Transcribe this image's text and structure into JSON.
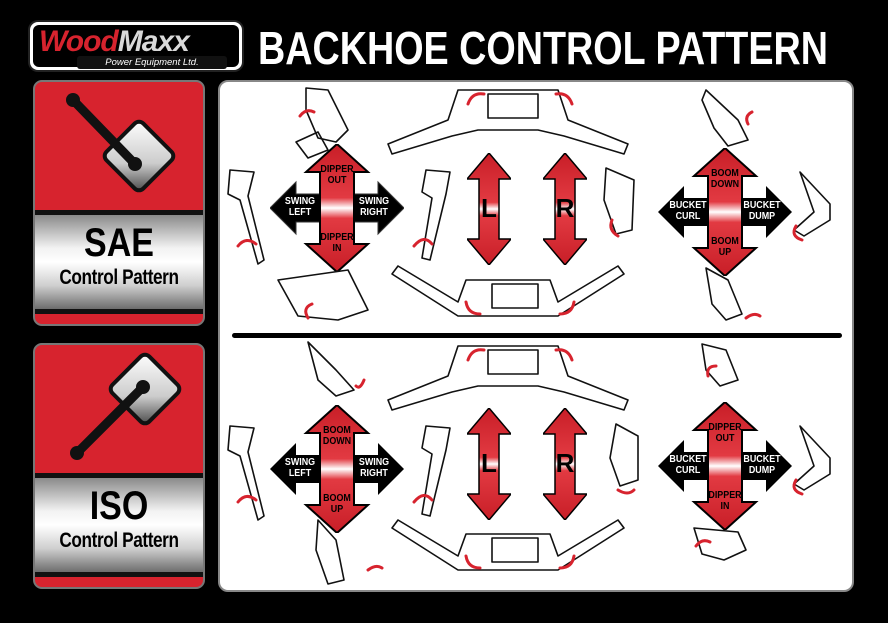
{
  "header": {
    "logo": {
      "brand_part1": "Wood",
      "brand_part2": "Maxx",
      "subtitle": "Power Equipment Ltd."
    },
    "title": "BACKHOE CONTROL PATTERN"
  },
  "colors": {
    "accent_red": "#d7232e",
    "background": "#000000",
    "panel": "#ffffff",
    "arrow_black": "#000000"
  },
  "patterns": [
    {
      "id": "sae",
      "card": {
        "code": "SAE",
        "label": "Control Pattern",
        "lever_icon": "joystick-lever-icon"
      },
      "left_lever": {
        "up": "DIPPER OUT",
        "down": "DIPPER IN",
        "left": "SWING LEFT",
        "right": "SWING RIGHT"
      },
      "center": {
        "left_track": "L",
        "right_track": "R"
      },
      "right_lever": {
        "up": "BOOM DOWN",
        "down": "BOOM UP",
        "left": "BUCKET CURL",
        "right": "BUCKET DUMP"
      }
    },
    {
      "id": "iso",
      "card": {
        "code": "ISO",
        "label": "Control Pattern",
        "lever_icon": "joystick-lever-icon"
      },
      "left_lever": {
        "up": "BOOM DOWN",
        "down": "BOOM UP",
        "left": "SWING LEFT",
        "right": "SWING RIGHT"
      },
      "center": {
        "left_track": "L",
        "right_track": "R"
      },
      "right_lever": {
        "up": "DIPPER OUT",
        "down": "DIPPER IN",
        "left": "BUCKET CURL",
        "right": "BUCKET DUMP"
      }
    }
  ]
}
